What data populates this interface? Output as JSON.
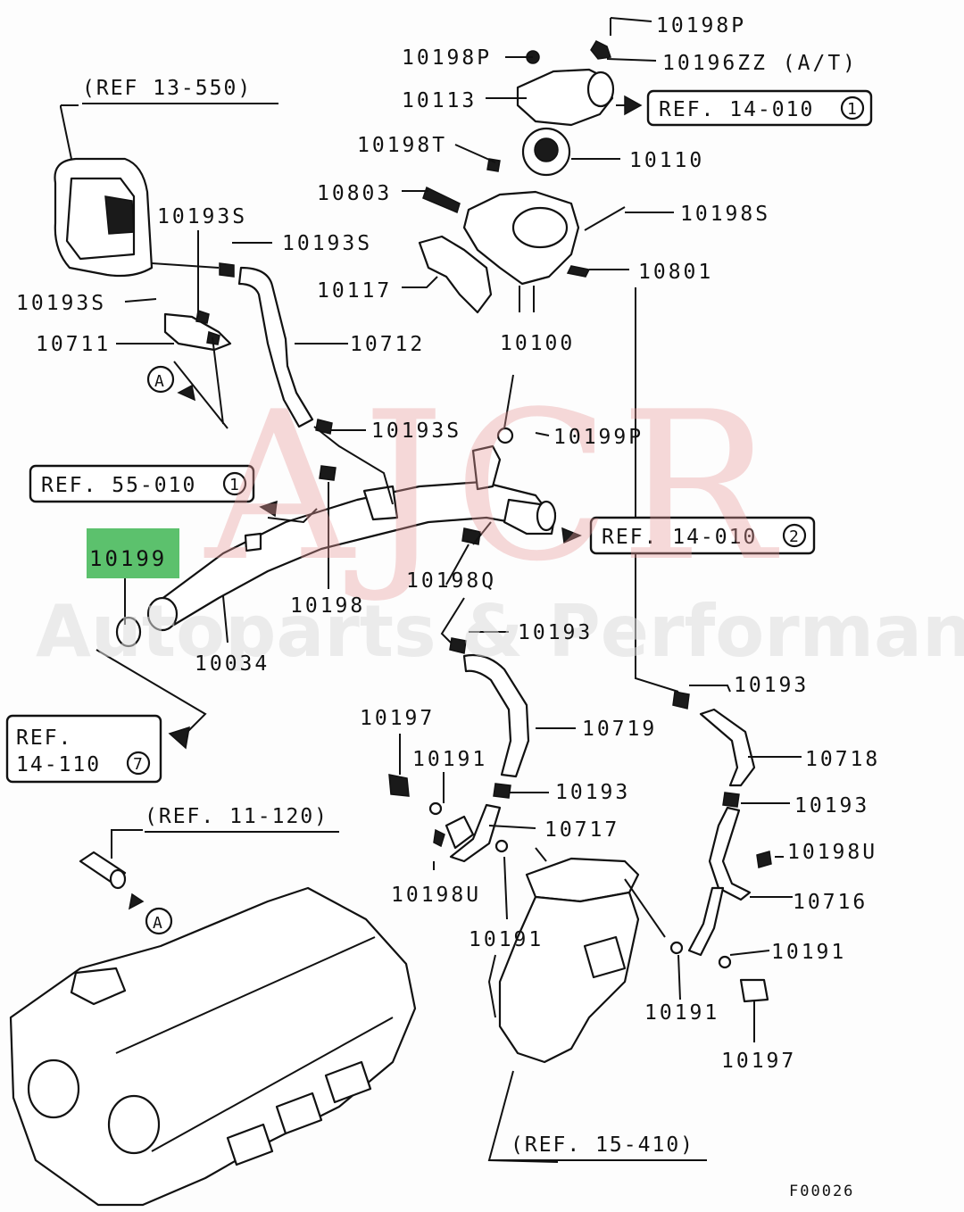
{
  "labels": {
    "l10198P_top": "10198P",
    "l10198P_left": "10198P",
    "l10196ZZ": "10196ZZ (A/T)",
    "l10113": "10113",
    "l10198T": "10198T",
    "l10110": "10110",
    "l10803": "10803",
    "l10198S": "10198S",
    "l10801": "10801",
    "l10117": "10117",
    "l10100": "10100",
    "l10193S_a": "10193S",
    "l10193S_b": "10193S",
    "l10193S_c": "10193S",
    "l10193S_d": "10193S",
    "l10711": "10711",
    "l10712": "10712",
    "l10199P": "10199P",
    "l10199": "10199",
    "l10198": "10198",
    "l10198Q": "10198Q",
    "l10034": "10034",
    "l10193_a": "10193",
    "l10193_b": "10193",
    "l10193_c": "10193",
    "l10193_d": "10193",
    "l10719": "10719",
    "l10718": "10718",
    "l10197_a": "10197",
    "l10197_b": "10197",
    "l10191_a": "10191",
    "l10191_b": "10191",
    "l10191_c": "10191",
    "l10191_d": "10191",
    "l10717": "10717",
    "l10198U_a": "10198U",
    "l10198U_b": "10198U",
    "l10716": "10716",
    "diagram_code": "F00026"
  },
  "refs": {
    "ref_13_550": "(REF 13-550)",
    "ref_14_010_1": "REF. 14-010",
    "ref_14_010_1_num": "1",
    "ref_55_010": "REF. 55-010",
    "ref_55_010_num": "1",
    "ref_14_010_2": "REF. 14-010",
    "ref_14_010_2_num": "2",
    "ref_14_110_a": "REF.",
    "ref_14_110_b": "14-110",
    "ref_14_110_num": "7",
    "ref_11_120": "(REF. 11-120)",
    "ref_15_410": "(REF. 15-410)",
    "marker_a": "A"
  },
  "watermark": {
    "main": "AJCR",
    "sub": "Autoparts & Performance"
  },
  "highlight": {
    "part": "10199",
    "color": "#5cc16d"
  }
}
